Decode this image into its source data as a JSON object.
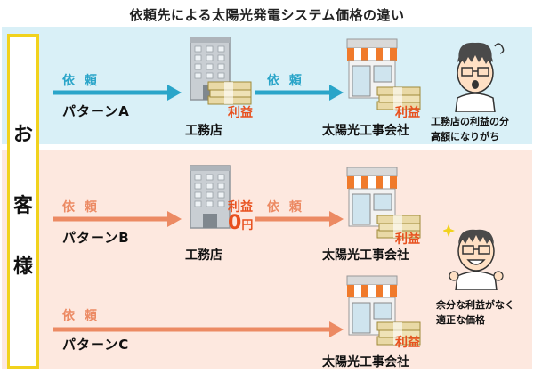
{
  "title": "依頼先による太陽光発電システム価格の違い",
  "customer": [
    "お",
    "客",
    "様"
  ],
  "request_label": "依 頼",
  "patterns": {
    "a": "パターンA",
    "b": "パターンB",
    "c": "パターンC"
  },
  "nodes": {
    "contractor": "工務店",
    "installer": "太陽光工事会社"
  },
  "profit_label": "利益",
  "zero_profit": {
    "number": "0",
    "unit": "円"
  },
  "notes": {
    "a": [
      "工務店の利益の分",
      "高額になりがち"
    ],
    "b": [
      "余分な利益がなく",
      "適正な価格"
    ]
  },
  "colors": {
    "band_a": "#d9f0f7",
    "band_bc": "#fde8df",
    "arrow_a": "#2aa5c9",
    "arrow_bc": "#ec8a63",
    "profit": "#e8501e",
    "customer_border": "#f1d21d"
  },
  "icons": [
    "office-building-icon",
    "shop-icon",
    "money-stack-icon",
    "worried-man-icon",
    "happy-man-icon"
  ]
}
